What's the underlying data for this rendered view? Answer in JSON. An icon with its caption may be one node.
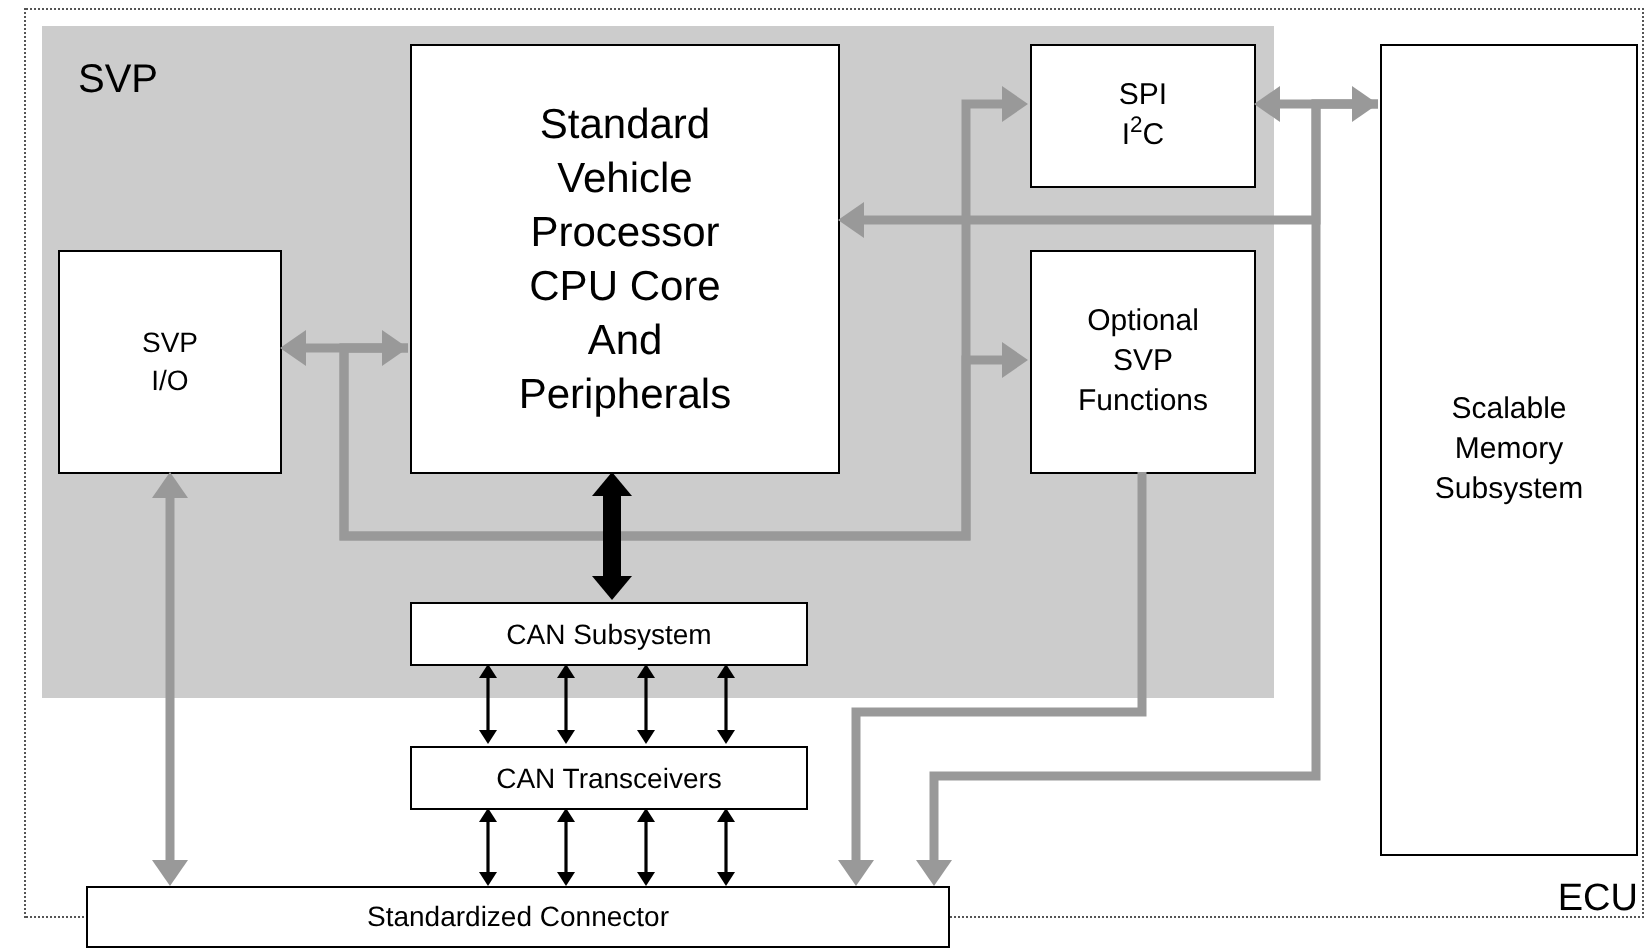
{
  "diagram": {
    "nodes": [
      {
        "text": [
          "ECU"
        ]
      },
      {
        "text": [
          "SVP"
        ],
        "in": 0
      },
      {
        "text": [
          "Standard Vehicle Processor CPU Core And Peripherals"
        ],
        "in": 1
      },
      {
        "text": [
          "SVP I/O"
        ],
        "in": 1
      },
      {
        "text": [
          "SPI I$^{2}$C"
        ],
        "in": 1
      },
      {
        "text": [
          "Optional SVP Functions"
        ],
        "in": 1
      },
      {
        "text": [
          "CAN Subsystem"
        ],
        "in": 1
      },
      {
        "text": [
          "Scalable Memory Subsystem"
        ],
        "in": 0
      },
      {
        "text": [
          "CAN Transceivers"
        ],
        "in": 0
      },
      {
        "text": [
          "Standardized Connector"
        ]
      }
    ],
    "edges": [
      {
        "from": 3,
        "to": 2,
        "arrow": "both",
        "color": "#999999"
      },
      {
        "from": 2,
        "to": 4,
        "arrow": "to",
        "color": "#999999"
      },
      {
        "from": 2,
        "to": 5,
        "arrow": "to",
        "color": "#999999"
      },
      {
        "from": 4,
        "to": 7,
        "arrow": "both",
        "color": "#999999"
      },
      {
        "from": 7,
        "to": 2,
        "arrow": "to",
        "color": "#999999"
      },
      {
        "from": 7,
        "to": 9,
        "arrow": "to",
        "color": "#999999"
      },
      {
        "from": 5,
        "to": 9,
        "arrow": "to",
        "color": "#999999"
      },
      {
        "from": 3,
        "to": 9,
        "arrow": "both",
        "color": "#999999"
      },
      {
        "from": 2,
        "to": 6,
        "arrow": "both",
        "style": "thick"
      },
      {
        "from": 6,
        "to": 8,
        "arrow": "both"
      },
      {
        "from": 6,
        "to": 8,
        "arrow": "both"
      },
      {
        "from": 6,
        "to": 8,
        "arrow": "both"
      },
      {
        "from": 6,
        "to": 8,
        "arrow": "both"
      },
      {
        "from": 8,
        "to": 9,
        "arrow": "both"
      },
      {
        "from": 8,
        "to": 9,
        "arrow": "both"
      },
      {
        "from": 8,
        "to": 9,
        "arrow": "both"
      },
      {
        "from": 8,
        "to": 9,
        "arrow": "both"
      }
    ]
  }
}
